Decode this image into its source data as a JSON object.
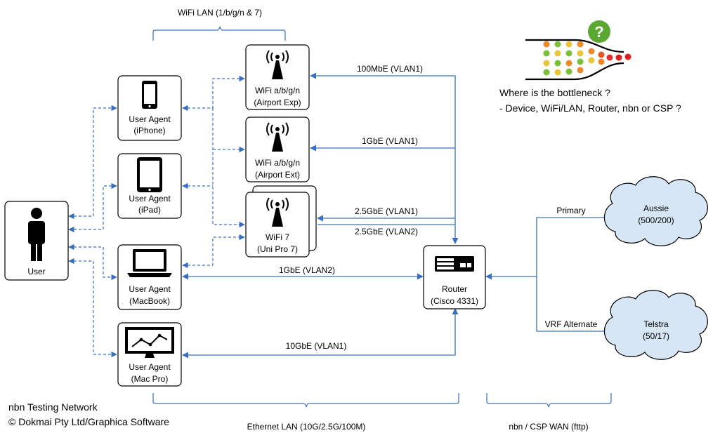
{
  "wifi_lan_label": "WiFi LAN (1/b/g/n & 7)",
  "ethernet_lan_label": "Ethernet LAN (10G/2.5G/100M)",
  "wan_label": "nbn / CSP WAN (fttp)",
  "footer": {
    "title": "nbn Testing Network",
    "copyright": "© Dokmai Pty Ltd/Graphica Software"
  },
  "bottleneck": {
    "question_mark": "?",
    "line1": "Where is the bottleneck ?",
    "line2": "- Device, WiFi/LAN, Router, nbn or CSP ?"
  },
  "nodes": {
    "user": {
      "label": "User"
    },
    "iphone": {
      "line1": "User Agent",
      "line2": "(iPhone)"
    },
    "ipad": {
      "line1": "User Agent",
      "line2": "(iPad)"
    },
    "macbook": {
      "line1": "User Agent",
      "line2": "(MacBook)"
    },
    "macpro": {
      "line1": "User Agent",
      "line2": "(Mac Pro)"
    },
    "ap_exp": {
      "line1": "WiFi a/b/g/n",
      "line2": "(Airport Exp)"
    },
    "ap_ext": {
      "line1": "WiFi a/b/g/n",
      "line2": "(Airport Ext)"
    },
    "wifi7": {
      "line1": "WiFi 7",
      "line2": "(Uni Pro 7)"
    },
    "router": {
      "line1": "Router",
      "line2": "(Cisco 4331)"
    },
    "aussie": {
      "line1": "Aussie",
      "line2": "(500/200)"
    },
    "telstra": {
      "line1": "Telstra",
      "line2": "(50/17)"
    }
  },
  "links": {
    "ap_exp": "100MbE (VLAN1)",
    "ap_ext": "1GbE (VLAN1)",
    "wifi7_v1": "2.5GbE (VLAN1)",
    "wifi7_v2": "2.5GbE (VLAN2)",
    "macbook": "1GbE (VLAN2)",
    "macpro": "10GbE (VLAN1)",
    "primary": "Primary",
    "alternate": "VRF Alternate"
  },
  "colors": {
    "link": "#3a6fbf",
    "cloud_fill": "#d6e6f4",
    "question_badge": "#5aa832"
  }
}
